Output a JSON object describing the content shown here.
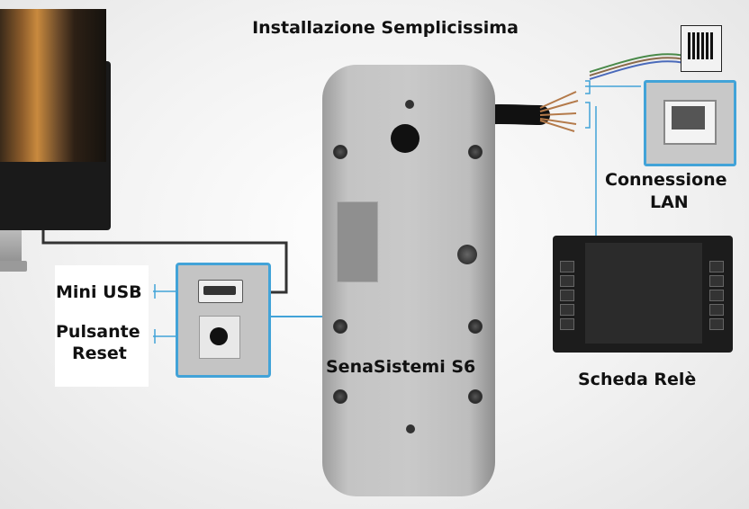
{
  "title": "Installazione Semplicissima",
  "labels": {
    "mini_usb": "Mini USB",
    "reset_line1": "Pulsante",
    "reset_line2": "Reset",
    "device_name": "SenaSistemi S6",
    "lan_line1": "Connessione",
    "lan_line2": "LAN",
    "relay": "Scheda Relè"
  },
  "colors": {
    "accent": "#42a3d8",
    "device": "#c4c4c4",
    "relay_board": "#1c1c1c"
  },
  "icons": [
    "monitor-icon",
    "usb-port-icon",
    "reset-button-icon",
    "ethernet-port-icon",
    "rj45-connector-icon",
    "relay-board-icon"
  ]
}
